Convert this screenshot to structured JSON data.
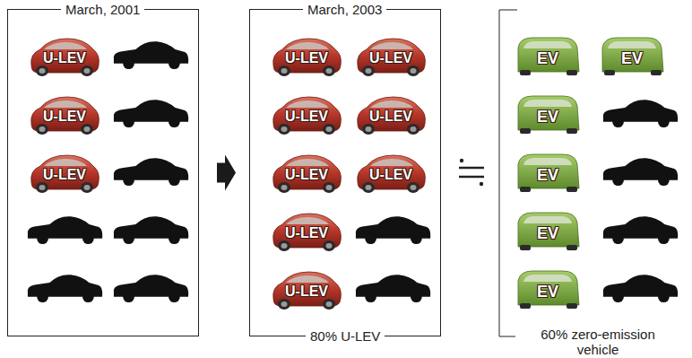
{
  "diagram": {
    "nodes": [
      {
        "text": [
          "March, 2001"
        ]
      },
      {
        "text": [
          "U-LEV"
        ],
        "in": 0
      },
      {
        "text": [
          "U-LEV"
        ],
        "in": 0
      },
      {
        "text": [
          "U-LEV"
        ],
        "in": 0
      },
      {
        "text": [
          "March, 2003",
          "80% U-LEV"
        ]
      },
      {
        "text": [
          "U-LEV"
        ],
        "in": 4
      },
      {
        "text": [
          "U-LEV"
        ],
        "in": 4
      },
      {
        "text": [
          "U-LEV"
        ],
        "in": 4
      },
      {
        "text": [
          "U-LEV"
        ],
        "in": 4
      },
      {
        "text": [
          "U-LEV"
        ],
        "in": 4
      },
      {
        "text": [
          "U-LEV"
        ],
        "in": 4
      },
      {
        "text": [
          "U-LEV"
        ],
        "in": 4
      },
      {
        "text": [
          "U-LEV"
        ],
        "in": 4
      },
      {
        "text": [
          "60% zero-emission vehicle"
        ]
      },
      {
        "text": [
          "EV"
        ],
        "in": 13
      },
      {
        "text": [
          "EV"
        ],
        "in": 13
      },
      {
        "text": [
          "EV"
        ],
        "in": 13
      },
      {
        "text": [
          "EV"
        ],
        "in": 13
      },
      {
        "text": [
          "EV"
        ],
        "in": 13
      },
      {
        "text": [
          "EV"
        ],
        "in": 13
      }
    ],
    "edges": [
      {
        "from": 0,
        "to": 4,
        "arrow": "to"
      }
    ]
  }
}
